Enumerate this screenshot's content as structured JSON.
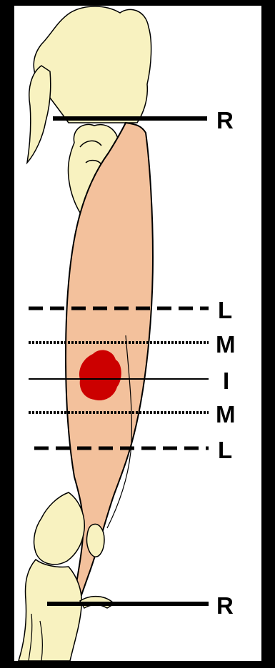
{
  "colors": {
    "frame": "#000000",
    "background": "#ffffff",
    "bone": "#f8f2c0",
    "muscle": "#f3c19c",
    "tumor": "#cc0000",
    "line": "#000000"
  },
  "labels": {
    "top": "R",
    "upper_dashed": "L",
    "upper_dotted": "M",
    "center": "I",
    "lower_dotted": "M",
    "lower_dashed": "L",
    "bottom": "R"
  }
}
